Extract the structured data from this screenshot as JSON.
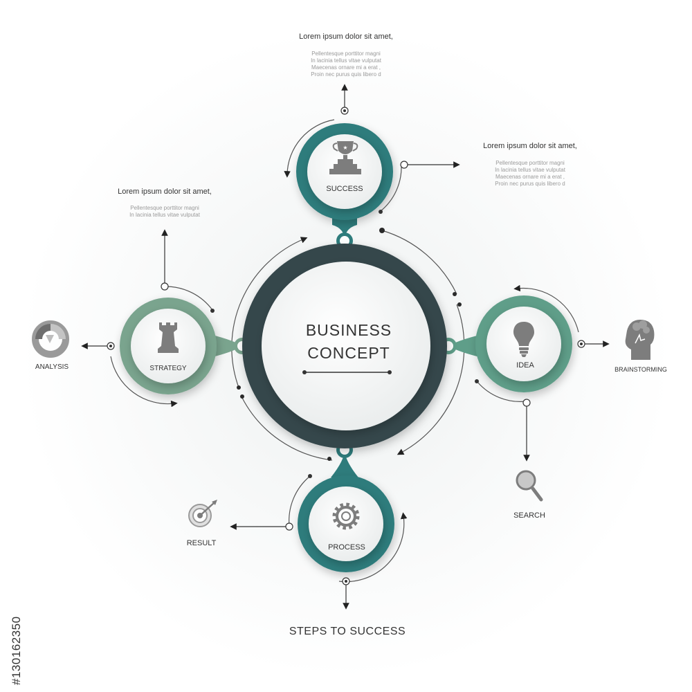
{
  "center": {
    "line1": "BUSINESS",
    "line2": "CONCEPT"
  },
  "footer": "STEPS TO SUCCESS",
  "stock_id": "#130162350",
  "colors": {
    "teal": "#2e7c7c",
    "sage": "#7aa48e",
    "mint": "#5f9e89",
    "ring": "#36474c",
    "icon": "#7d7d7d"
  },
  "nodes": {
    "success": {
      "label": "SUCCESS",
      "icon": "trophy-icon"
    },
    "strategy": {
      "label": "STRATEGY",
      "icon": "chess-rook-icon"
    },
    "idea": {
      "label": "IDEA",
      "icon": "lightbulb-icon"
    },
    "process": {
      "label": "PROCESS",
      "icon": "gear-icon"
    }
  },
  "satellites": {
    "analysis": {
      "label": "ANALYSIS",
      "icon": "pie-chart-icon"
    },
    "brainstorming": {
      "label": "BRAINSTORMING",
      "icon": "head-brain-icon"
    },
    "search": {
      "label": "SEARCH",
      "icon": "magnifier-icon"
    },
    "result": {
      "label": "RESULT",
      "icon": "target-icon"
    }
  },
  "texts": {
    "top": {
      "title": "Lorem ipsum dolor sit amet,",
      "lines": [
        "Pellentesque porttitor magni",
        "In lacinia tellus vitae vulputat",
        "Maecenas ornare mi a erat ,",
        "Proin nec purus quis libero d"
      ]
    },
    "right": {
      "title": "Lorem ipsum dolor sit amet,",
      "lines": [
        "Pellentesque porttitor magni",
        "In lacinia tellus vitae vulputat",
        "Maecenas ornare mi a erat ,",
        "Proin nec purus quis libero d"
      ]
    },
    "left": {
      "title": "Lorem ipsum dolor sit amet,",
      "lines": [
        "Pellentesque porttitor magni",
        "In lacinia tellus vitae vulputat"
      ]
    }
  }
}
